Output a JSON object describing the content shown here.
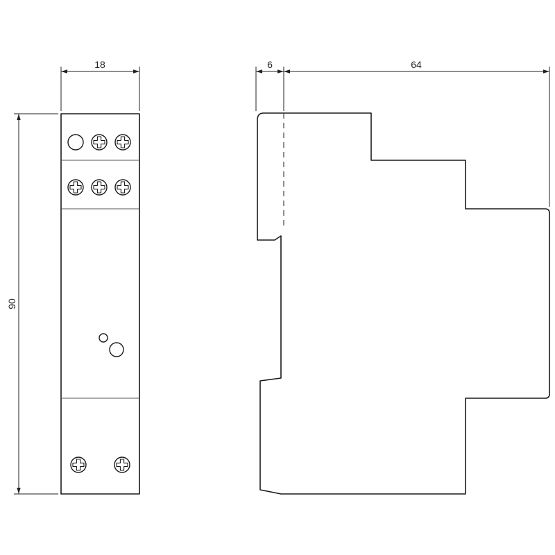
{
  "dimensions": {
    "front_width": "18",
    "height": "90",
    "din_clip_depth": "6",
    "body_depth": "64"
  },
  "colors": {
    "line": "#1a1a1a",
    "background": "#ffffff"
  }
}
